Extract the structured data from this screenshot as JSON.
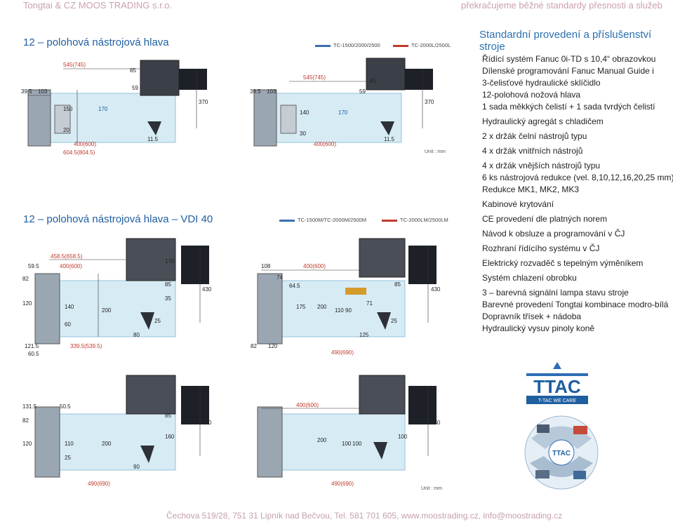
{
  "header": {
    "company": "Tongtai & CZ MOOS TRADING s.r.o.",
    "slogan": "překračujeme běžné standardy přesnosti a služeb"
  },
  "sections": {
    "turret12": "12 – polohová nástrojová hlava",
    "turret12_vdi": "12 – polohová nástrojová hlava – VDI 40"
  },
  "legends": {
    "top_left": "TC-1500/2000/2500",
    "top_right": "TC-2000L/2500L",
    "mid_left": "TC-1500M/TC-2000M/2500M",
    "mid_right": "TC-2000LM/2500LM",
    "unit": "Unit : mm"
  },
  "colors": {
    "accent_blue": "#1f5fa0",
    "legend_blue": "#3a6fb0",
    "legend_red": "#c0392b",
    "dim_red": "#c0392b",
    "dim_blue": "#1a5a9a"
  },
  "dims": {
    "d1": {
      "a": "545(745)",
      "b": "85",
      "c": "39.5",
      "d": "103",
      "e": "170",
      "f": "150",
      "g": "20",
      "h": "400(600)",
      "i": "604.5(804.5)",
      "j": "59",
      "k": "370",
      "l": "11.5"
    },
    "d2": {
      "a": "545(745)",
      "b": "85",
      "c": "39.5",
      "d": "103",
      "e": "170",
      "f": "140",
      "g": "30",
      "h": "400(600)",
      "i": "59",
      "j": "370",
      "k": "11.5"
    },
    "d3": {
      "a": "458.5(658.5)",
      "b": "400(600)",
      "c": "59.5",
      "d": "82",
      "e": "120",
      "f": "140",
      "g": "200",
      "h": "60",
      "i": "80",
      "j": "121.5",
      "k": "339.5(539.5)",
      "l": "60.5",
      "m": "170",
      "n": "85",
      "o": "35",
      "p": "430",
      "q": "25"
    },
    "d4": {
      "a": "108",
      "b": "400(600)",
      "c": "74",
      "d": "64.5",
      "e": "175",
      "f": "200",
      "g": "110",
      "h": "90",
      "i": "71",
      "j": "125",
      "k": "82",
      "l": "120",
      "m": "490(690)",
      "n": "430",
      "o": "25",
      "p": "85"
    },
    "d5": {
      "a": "131.5",
      "b": "50.5",
      "c": "82",
      "d": "120",
      "e": "90",
      "f": "110",
      "g": "25",
      "h": "200",
      "i": "490(690)",
      "j": "85",
      "k": "430",
      "l": "160"
    },
    "d6": {
      "a": "400(600)",
      "b": "100",
      "c": "100",
      "d": "200",
      "e": "490(690)",
      "f": "430",
      "g": "100"
    }
  },
  "equipment": {
    "title": "Standardní provedení a příslušenství stroje",
    "items": [
      "Řídící systém Fanuc 0i-TD s 10,4“ obrazovkou",
      "Dílenské programování Fanuc Manual Guide i",
      "3-čelisťové hydraulické sklíčidlo",
      "12-polohová nožová hlava",
      "1 sada měkkých čelistí + 1 sada tvrdých čelistí",
      "Hydraulický agregát s chladičem",
      "2 x držák čelní nástrojů typu",
      "4 x držák vnitřních nástrojů",
      "4 x držák vnějších nástrojů typu",
      "6 ks nástrojová redukce (vel. 8,10,12,16,20,25 mm)",
      "Redukce MK1, MK2, MK3",
      "Kabinové krytování",
      "CE provedení dle platných norem",
      "Návod k obsluze a programování v ČJ",
      "Rozhraní řídícího systému v ČJ",
      "Elektrický rozvaděč s tepelným výměníkem",
      "Systém chlazení obrobku",
      "3 – barevná signální lampa stavu stroje",
      "Barevné provedení Tongtai kombinace modro-bílá",
      "Dopravník třísek + nádoba",
      "Hydraulický vysuv pinoly koně"
    ]
  },
  "logo": {
    "mark": "TTAC",
    "tagline": "T-TAC WE CARE"
  },
  "footer": "Čechova 519/28, 751 31 Lipník nad Bečvou, Tel. 581 701 605, www.moostrading.cz, info@moostrading.cz"
}
